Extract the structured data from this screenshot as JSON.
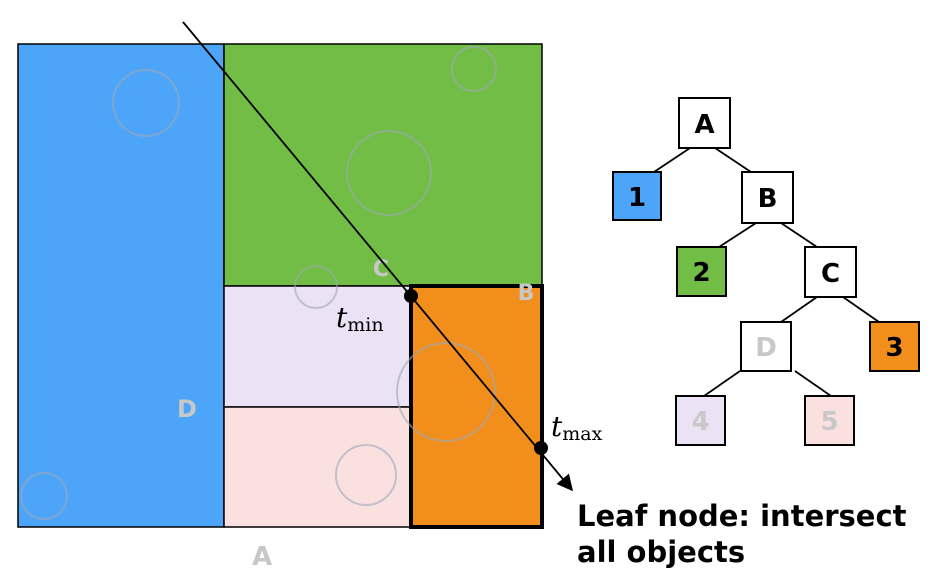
{
  "regions": {
    "outer_label": "A",
    "green_label": "B",
    "inner_label": "C",
    "blue_label": "D"
  },
  "ray": {
    "t_min_var": "t",
    "t_min_sub": "min",
    "t_max_var": "t",
    "t_max_sub": "max"
  },
  "tree": {
    "node_a": "A",
    "node_b": "B",
    "node_c": "C",
    "node_d": "D",
    "leaf_1": "1",
    "leaf_2": "2",
    "leaf_3": "3",
    "leaf_4": "4",
    "leaf_5": "5"
  },
  "caption": {
    "line1": "Leaf node: intersect",
    "line2": "all objects"
  },
  "colors": {
    "blue": "#4da5f9",
    "green": "#72bd45",
    "orange": "#f28e1c",
    "lavender": "#ece2f6",
    "pink": "#fbe0e0",
    "label_gray": "#c8c8c8"
  }
}
